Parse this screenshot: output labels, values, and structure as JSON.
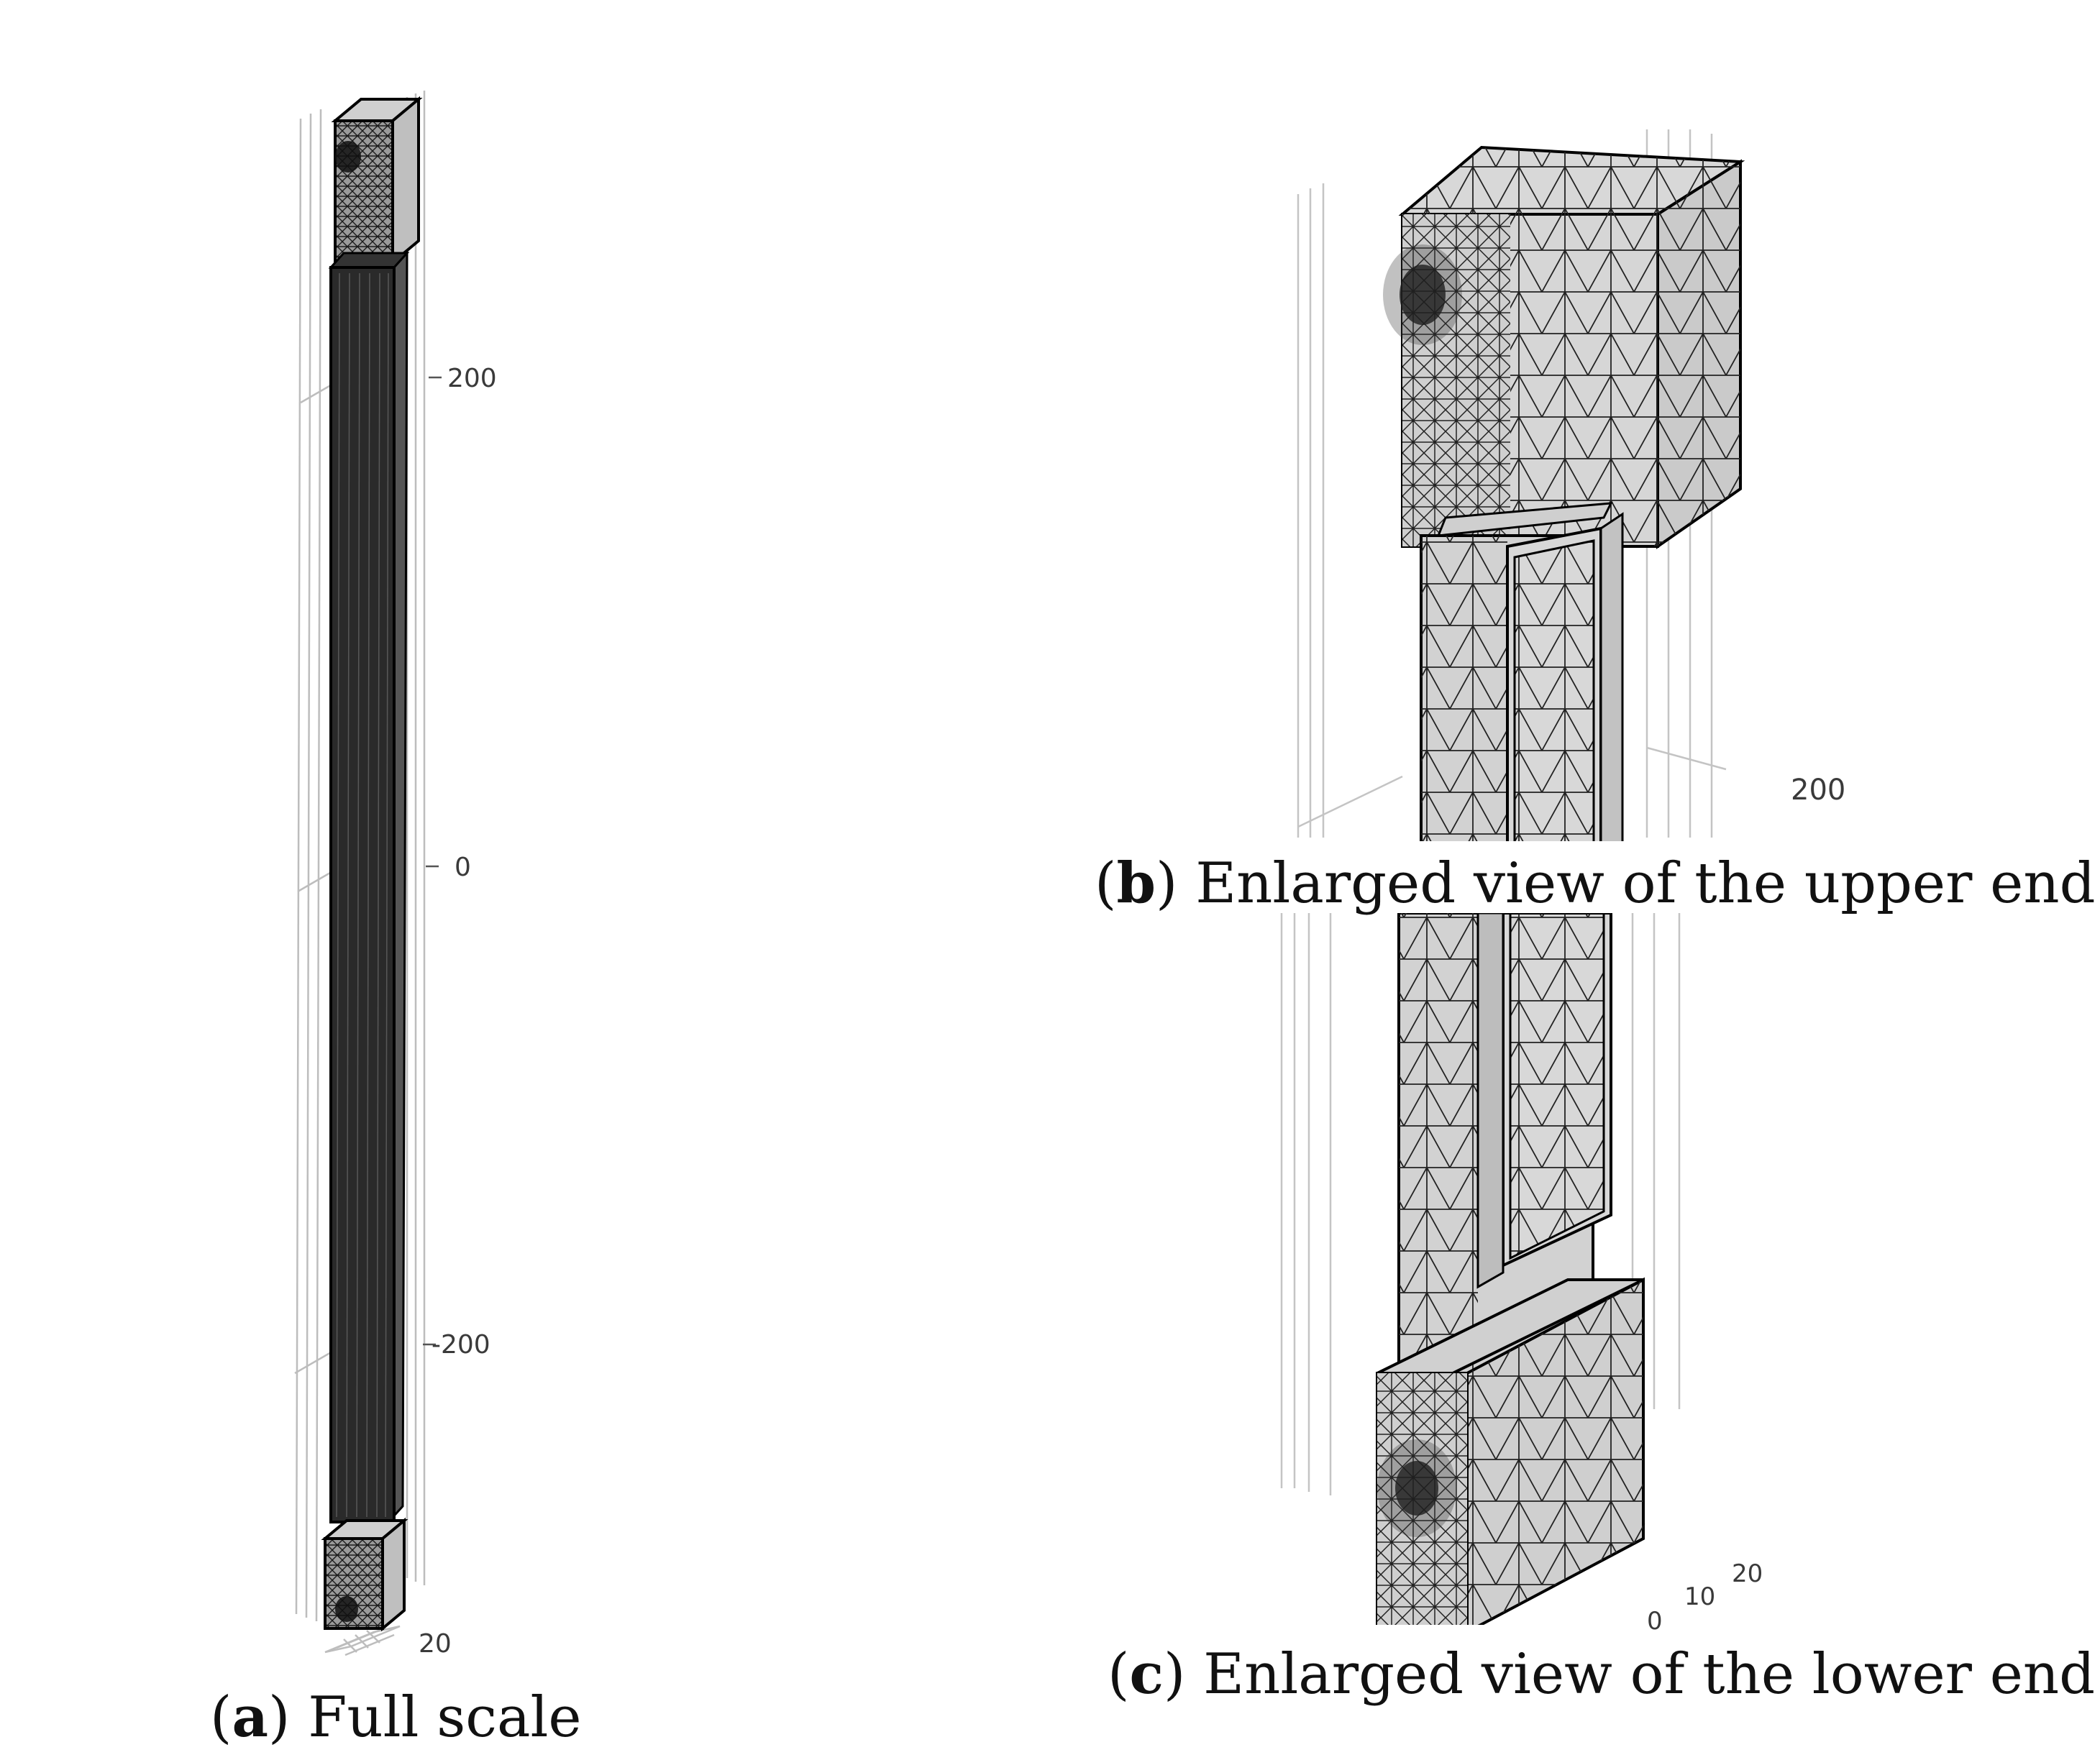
{
  "panels": [
    {
      "id": "a",
      "letter": "a",
      "caption": "Full scale",
      "axis_ticks": [
        "200",
        "0",
        "-200",
        "20"
      ]
    },
    {
      "id": "b",
      "letter": "b",
      "caption": "Enlarged view of the upper end",
      "axis_ticks": [
        "200"
      ]
    },
    {
      "id": "c",
      "letter": "c",
      "caption": "Enlarged view of the lower end",
      "axis_ticks": [
        "20",
        "10",
        "0"
      ]
    }
  ],
  "colors": {
    "mesh_face": "#d6d6d6",
    "mesh_line": "#1e1e1e",
    "grid_line": "#bdbdbd",
    "outline": "#000000"
  }
}
